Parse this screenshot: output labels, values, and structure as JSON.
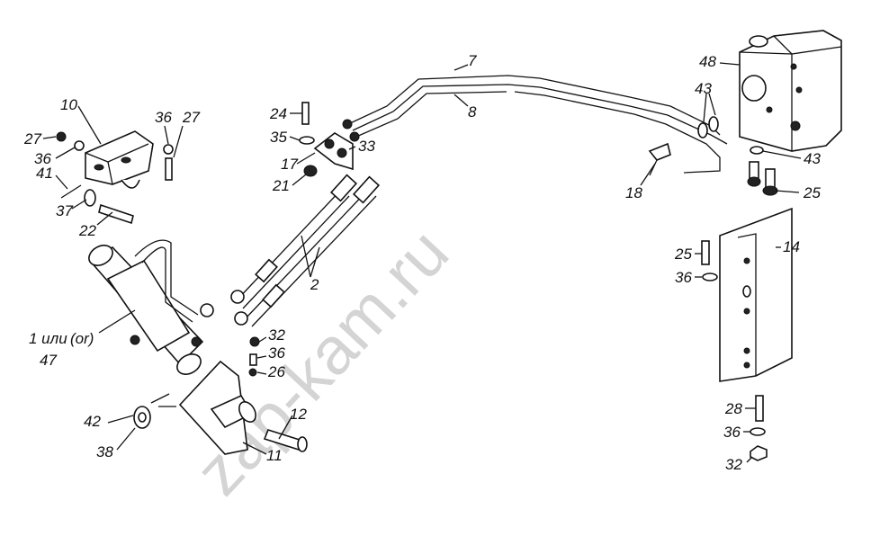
{
  "watermark": "zap-kam.ru",
  "labels": {
    "p1": "1 или",
    "p1_alt": "(or)",
    "p47": "47",
    "p2": "2",
    "p7": "7",
    "p8": "8",
    "p10": "10",
    "p11": "11",
    "p12": "12",
    "p14": "14",
    "p17": "17",
    "p18": "18",
    "p21": "21",
    "p22": "22",
    "p24": "24",
    "p25a": "25",
    "p25b": "25",
    "p26": "26",
    "p27a": "27",
    "p27b": "27",
    "p28": "28",
    "p32a": "32",
    "p32b": "32",
    "p33": "33",
    "p35": "35",
    "p36a": "36",
    "p36b": "36",
    "p36c": "36",
    "p36d": "36",
    "p36e": "36",
    "p37": "37",
    "p38": "38",
    "p41": "41",
    "p42": "42",
    "p43a": "43",
    "p43b": "43",
    "p48": "48"
  }
}
